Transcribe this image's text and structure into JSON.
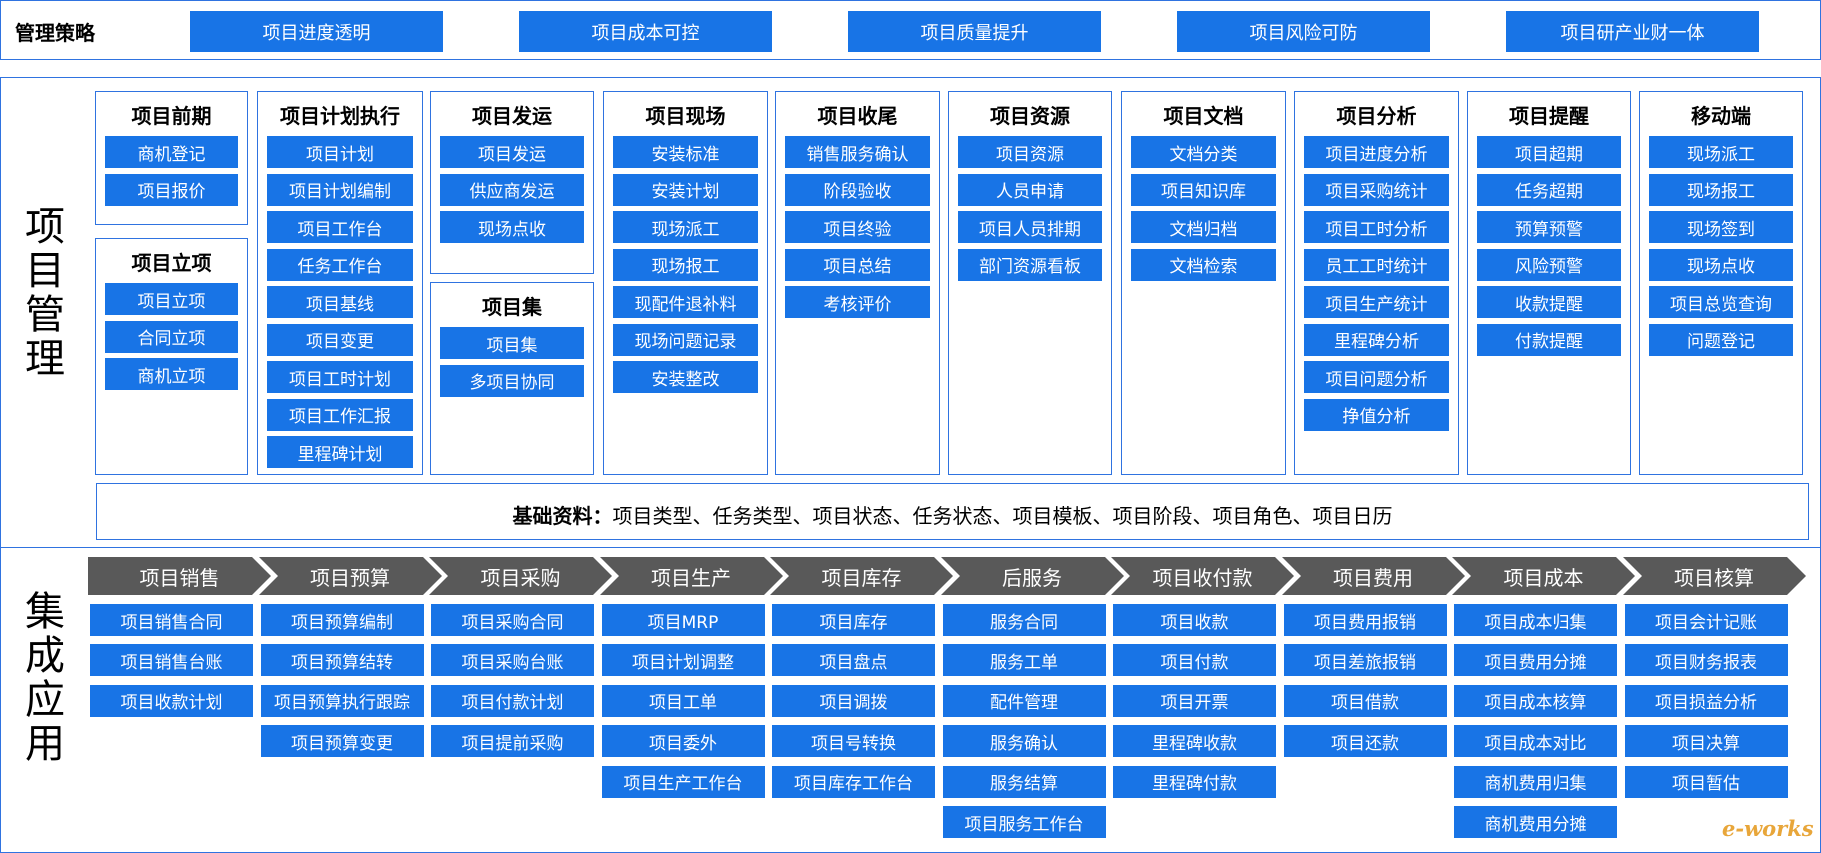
{
  "strategy": {
    "label": "管理策略",
    "items": [
      "项目进度透明",
      "项目成本可控",
      "项目质量提升",
      "项目风险可防",
      "项目研产业财一体"
    ]
  },
  "pm": {
    "label": "项目管理",
    "columns": [
      {
        "title": "项目前期",
        "items": [
          "商机登记",
          "项目报价"
        ]
      },
      {
        "title": "项目立项",
        "items": [
          "项目立项",
          "合同立项",
          "商机立项"
        ]
      },
      {
        "title": "项目计划执行",
        "items": [
          "项目计划",
          "项目计划编制",
          "项目工作台",
          "任务工作台",
          "项目基线",
          "项目变更",
          "项目工时计划",
          "项目工作汇报",
          "里程碑计划"
        ]
      },
      {
        "title": "项目发运",
        "items": [
          "项目发运",
          "供应商发运",
          "现场点收"
        ]
      },
      {
        "title": "项目集",
        "items": [
          "项目集",
          "多项目协同"
        ]
      },
      {
        "title": "项目现场",
        "items": [
          "安装标准",
          "安装计划",
          "现场派工",
          "现场报工",
          "现配件退补料",
          "现场问题记录",
          "安装整改"
        ]
      },
      {
        "title": "项目收尾",
        "items": [
          "销售服务确认",
          "阶段验收",
          "项目终验",
          "项目总结",
          "考核评价"
        ]
      },
      {
        "title": "项目资源",
        "items": [
          "项目资源",
          "人员申请",
          "项目人员排期",
          "部门资源看板"
        ]
      },
      {
        "title": "项目文档",
        "items": [
          "文档分类",
          "项目知识库",
          "文档归档",
          "文档检索"
        ]
      },
      {
        "title": "项目分析",
        "items": [
          "项目进度分析",
          "项目采购统计",
          "项目工时分析",
          "员工工时统计",
          "项目生产统计",
          "里程碑分析",
          "项目问题分析",
          "挣值分析"
        ]
      },
      {
        "title": "项目提醒",
        "items": [
          "项目超期",
          "任务超期",
          "预算预警",
          "风险预警",
          "收款提醒",
          "付款提醒"
        ]
      },
      {
        "title": "移动端",
        "items": [
          "现场派工",
          "现场报工",
          "现场签到",
          "现场点收",
          "项目总览查询",
          "问题登记"
        ]
      }
    ],
    "basic_label": "基础资料：",
    "basic_text": "项目类型、任务类型、项目状态、任务状态、项目模板、项目阶段、项目角色、项目日历"
  },
  "integration": {
    "label": "集成应用",
    "columns": [
      {
        "title": "项目销售",
        "items": [
          "项目销售合同",
          "项目销售台账",
          "项目收款计划"
        ]
      },
      {
        "title": "项目预算",
        "items": [
          "项目预算编制",
          "项目预算结转",
          "项目预算执行跟踪",
          "项目预算变更"
        ]
      },
      {
        "title": "项目采购",
        "items": [
          "项目采购合同",
          "项目采购台账",
          "项目付款计划",
          "项目提前采购"
        ]
      },
      {
        "title": "项目生产",
        "items": [
          "项目MRP",
          "项目计划调整",
          "项目工单",
          "项目委外",
          "项目生产工作台"
        ]
      },
      {
        "title": "项目库存",
        "items": [
          "项目库存",
          "项目盘点",
          "项目调拨",
          "项目号转换",
          "项目库存工作台"
        ]
      },
      {
        "title": "后服务",
        "items": [
          "服务合同",
          "服务工单",
          "配件管理",
          "服务确认",
          "服务结算",
          "项目服务工作台"
        ]
      },
      {
        "title": "项目收付款",
        "items": [
          "项目收款",
          "项目付款",
          "项目开票",
          "里程碑收款",
          "里程碑付款"
        ]
      },
      {
        "title": "项目费用",
        "items": [
          "项目费用报销",
          "项目差旅报销",
          "项目借款",
          "项目还款"
        ]
      },
      {
        "title": "项目成本",
        "items": [
          "项目成本归集",
          "项目费用分摊",
          "项目成本核算",
          "项目成本对比",
          "商机费用归集",
          "商机费用分摊"
        ]
      },
      {
        "title": "项目核算",
        "items": [
          "项目会计记账",
          "项目财务报表",
          "项目损益分析",
          "项目决算",
          "项目暂估"
        ]
      }
    ]
  },
  "watermark": "e-works",
  "colors": {
    "accent": "#1874e6",
    "border": "#2f73e0",
    "arrow": "#595959"
  }
}
